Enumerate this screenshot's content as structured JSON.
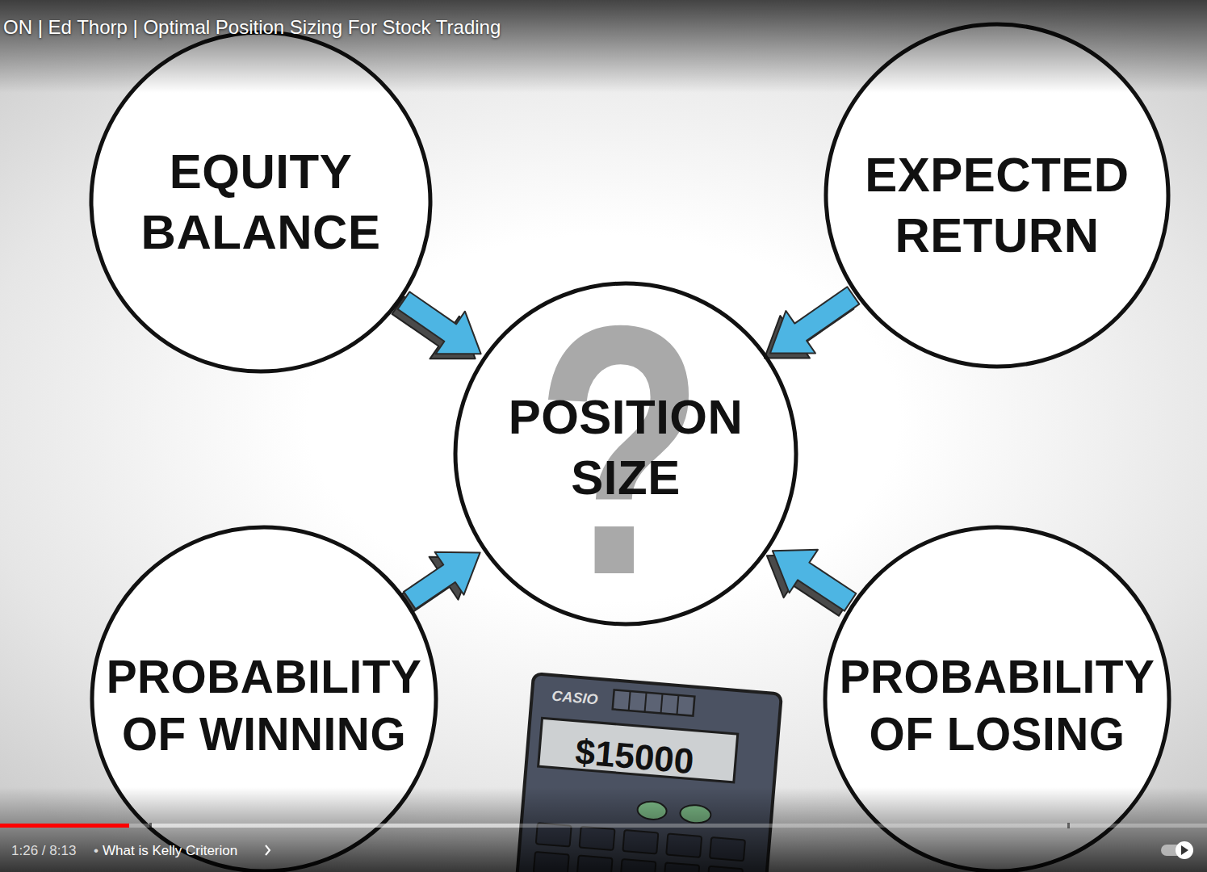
{
  "diagram": {
    "title": "ON | Ed Thorp | Optimal Position Sizing For Stock Trading",
    "nodes": [
      {
        "text": [
          "EQUITY BALANCE"
        ]
      },
      {
        "text": [
          "EXPECTED RETURN"
        ]
      },
      {
        "text": [
          "POSITION SIZE"
        ]
      },
      {
        "text": [
          "PROBABILITY OF WINNING"
        ]
      },
      {
        "text": [
          "PROBABILITY OF LOSING"
        ]
      }
    ],
    "edges": [
      {
        "from": 0,
        "to": 2,
        "arrow": "to"
      },
      {
        "from": 1,
        "to": 2,
        "arrow": "to"
      },
      {
        "from": 3,
        "to": 2,
        "arrow": "to"
      },
      {
        "from": 4,
        "to": 2,
        "arrow": "to"
      }
    ],
    "labels": [
      "?",
      "CASIO",
      "$15000",
      "1:26 / 8:13",
      "•",
      "What is Kelly Criterion"
    ]
  }
}
